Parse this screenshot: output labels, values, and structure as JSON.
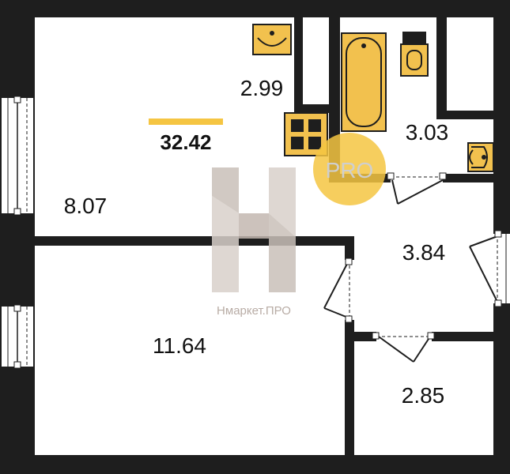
{
  "plan": {
    "total_area": "32.42",
    "rooms": [
      {
        "id": "kitchen-living",
        "area": "8.07"
      },
      {
        "id": "bedroom",
        "area": "11.64"
      },
      {
        "id": "wc",
        "area": "2.99"
      },
      {
        "id": "bathroom",
        "area": "3.03"
      },
      {
        "id": "hallway",
        "area": "3.84"
      },
      {
        "id": "storage",
        "area": "2.85"
      }
    ]
  },
  "watermark": {
    "brand_text": "Нмаркет.ПРО",
    "badge_text": "PRO"
  },
  "colors": {
    "wall": "#1e1e1e",
    "fixture_fill": "#f2c14e",
    "accent": "#f5c542",
    "watermark": "#c9bfb8"
  }
}
